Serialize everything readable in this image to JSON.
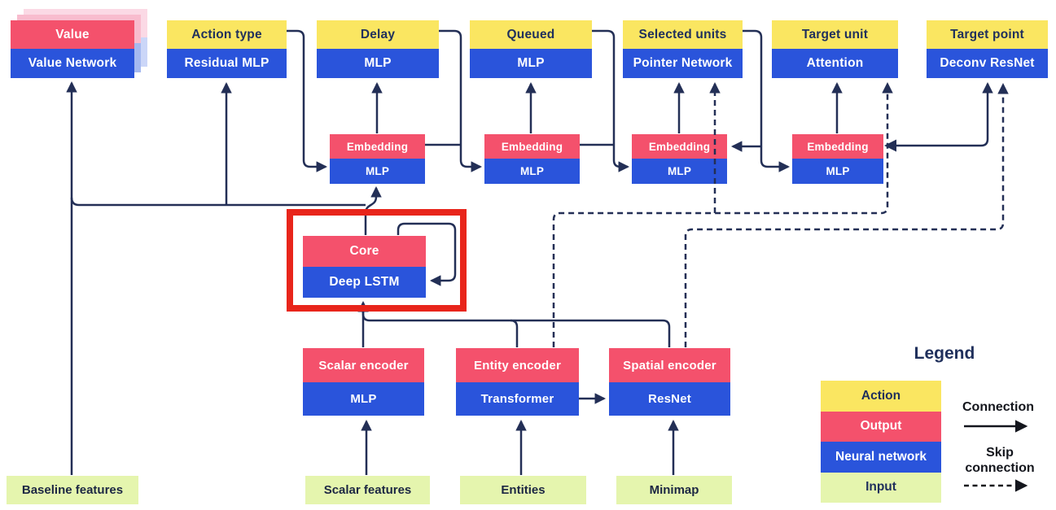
{
  "diagram": {
    "heads": [
      {
        "top": "Value",
        "bottom": "Value Network"
      },
      {
        "top": "Action type",
        "bottom": "Residual MLP"
      },
      {
        "top": "Delay",
        "bottom": "MLP"
      },
      {
        "top": "Queued",
        "bottom": "MLP"
      },
      {
        "top": "Selected units",
        "bottom": "Pointer Network"
      },
      {
        "top": "Target unit",
        "bottom": "Attention"
      },
      {
        "top": "Target point",
        "bottom": "Deconv ResNet"
      }
    ],
    "embeddings": [
      {
        "top": "Embedding",
        "bottom": "MLP"
      },
      {
        "top": "Embedding",
        "bottom": "MLP"
      },
      {
        "top": "Embedding",
        "bottom": "MLP"
      },
      {
        "top": "Embedding",
        "bottom": "MLP"
      }
    ],
    "core": {
      "top": "Core",
      "bottom": "Deep LSTM"
    },
    "encoders": [
      {
        "top": "Scalar encoder",
        "bottom": "MLP"
      },
      {
        "top": "Entity encoder",
        "bottom": "Transformer"
      },
      {
        "top": "Spatial encoder",
        "bottom": "ResNet"
      }
    ],
    "inputs": [
      "Baseline features",
      "Scalar features",
      "Entities",
      "Minimap"
    ]
  },
  "legend": {
    "title": "Legend",
    "rows": [
      {
        "label": "Action"
      },
      {
        "label": "Output"
      },
      {
        "label": "Neural network"
      },
      {
        "label": "Input"
      }
    ],
    "connection_label": "Connection",
    "skip_connection_label": "Skip connection"
  },
  "colors": {
    "action_yellow": "#FAE661",
    "output_pink": "#F4516C",
    "network_blue": "#2A54DB",
    "input_green": "#E5F5AE",
    "line_navy": "#232F56",
    "highlight_red": "#E8251B"
  }
}
